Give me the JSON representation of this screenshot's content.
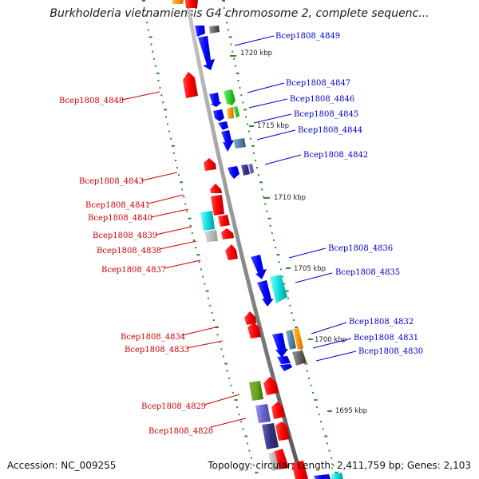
{
  "title": "Burkholderia vietnamiensis G4 chromosome 2, complete sequenc...",
  "footer": {
    "accession": "Accession: NC_009255",
    "topology": "Topology: circular; Length: 2,411,759 bp; Genes: 2,103"
  },
  "kbp_labels": [
    {
      "text": "1720 kbp"
    },
    {
      "text": "1715 kbp"
    },
    {
      "text": "1710 kbp"
    },
    {
      "text": "1705 kbp"
    },
    {
      "text": "1700 kbp"
    },
    {
      "text": "1695 kbp"
    }
  ],
  "left_labels": [
    {
      "text": "Bcep1808_4848"
    },
    {
      "text": "Bcep1808_4843"
    },
    {
      "text": "Bcep1808_4841"
    },
    {
      "text": "Bcep1808_4840"
    },
    {
      "text": "Bcep1808_4839"
    },
    {
      "text": "Bcep1808_4838"
    },
    {
      "text": "Bcep1808_4837"
    },
    {
      "text": "Bcep1808_4834"
    },
    {
      "text": "Bcep1808_4833"
    },
    {
      "text": "Bcep1808_4829"
    },
    {
      "text": "Bcep1808_4828"
    }
  ],
  "right_labels": [
    {
      "text": "Bcep1808_4849"
    },
    {
      "text": "Bcep1808_4847"
    },
    {
      "text": "Bcep1808_4846"
    },
    {
      "text": "Bcep1808_4845"
    },
    {
      "text": "Bcep1808_4844"
    },
    {
      "text": "Bcep1808_4842"
    },
    {
      "text": "Bcep1808_4836"
    },
    {
      "text": "Bcep1808_4835"
    },
    {
      "text": "Bcep1808_4832"
    },
    {
      "text": "Bcep1808_4831"
    },
    {
      "text": "Bcep1808_4830"
    }
  ],
  "colors": {
    "forward_strand": "#ff0000",
    "reverse_strand": "#0000ff",
    "backbone": "#8a8a8a",
    "ticks": "#2e8b2e"
  }
}
